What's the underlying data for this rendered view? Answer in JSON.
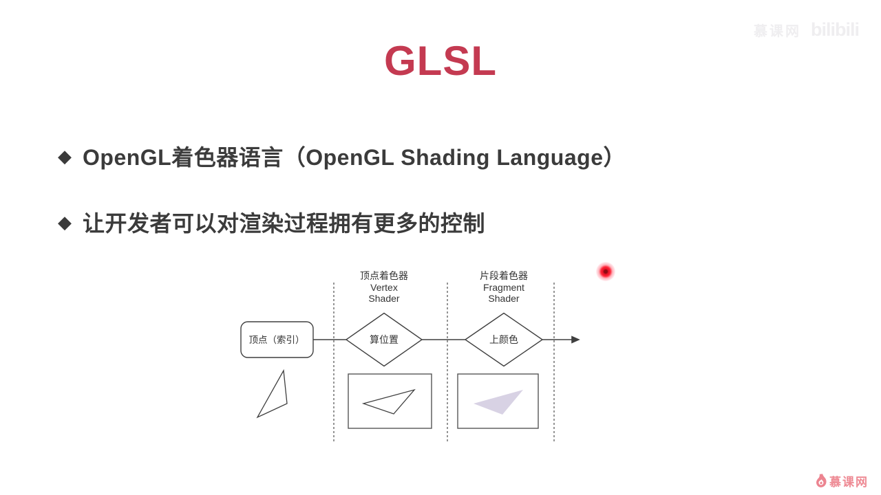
{
  "slide": {
    "title": "GLSL",
    "title_color": "#c43a51",
    "bullets": [
      {
        "marker": "◆",
        "text": "OpenGL着色器语言（OpenGL Shading Language）"
      },
      {
        "marker": "◆",
        "text": "让开发者可以对渲染过程拥有更多的控制"
      }
    ]
  },
  "diagram": {
    "input_label": "顶点（索引）",
    "stages": [
      {
        "title_cn": "顶点着色器",
        "title_en1": "Vertex",
        "title_en2": "Shader",
        "node_label": "算位置"
      },
      {
        "title_cn": "片段着色器",
        "title_en1": "Fragment",
        "title_en2": "Shader",
        "node_label": "上颜色"
      }
    ],
    "colors": {
      "stroke": "#3f3f3f",
      "dashed": "#5a5a5a",
      "filled_triangle": "#d8d2e4"
    }
  },
  "watermark": {
    "uploader": "慕课网",
    "platform": "bilibili"
  },
  "footer_logo": {
    "text": "慕课网",
    "color": "#ee8a94"
  },
  "pointer": {
    "color": "#e51326"
  }
}
